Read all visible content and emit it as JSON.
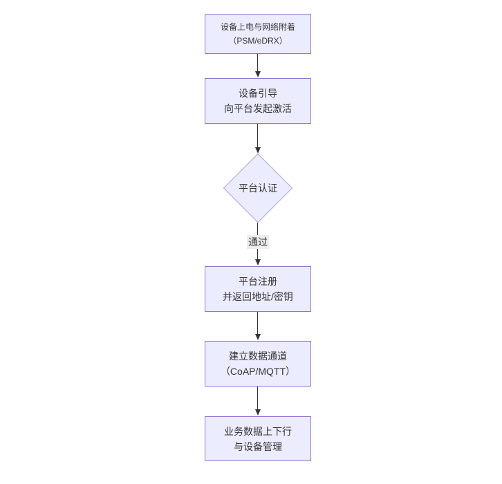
{
  "flowchart": {
    "title": "",
    "direction": "top-down",
    "nodes": {
      "power_attach": {
        "shape": "rect",
        "line1": "设备上电与网络附着",
        "line2": "（PSM/eDRX）"
      },
      "bootstrap": {
        "shape": "rect",
        "line1": "设备引导",
        "line2": "向平台发起激活"
      },
      "auth_decision": {
        "shape": "diamond",
        "line1": "平台认证"
      },
      "register": {
        "shape": "rect",
        "line1": "平台注册",
        "line2": "并返回地址/密钥"
      },
      "data_channel": {
        "shape": "rect",
        "line1": "建立数据通道",
        "line2": "（CoAP/MQTT）"
      },
      "business": {
        "shape": "rect",
        "line1": "业务数据上下行",
        "line2": "与设备管理"
      }
    },
    "edges": [
      {
        "from": "power_attach",
        "to": "bootstrap",
        "label": ""
      },
      {
        "from": "bootstrap",
        "to": "auth_decision",
        "label": ""
      },
      {
        "from": "auth_decision",
        "to": "register",
        "label": "通过"
      },
      {
        "from": "register",
        "to": "data_channel",
        "label": ""
      },
      {
        "from": "data_channel",
        "to": "business",
        "label": ""
      }
    ],
    "edge_labels": {
      "auth_pass": "通过"
    },
    "colors": {
      "background": "#ffffff",
      "node_fill": "#ececff",
      "rect_border": "#9370db",
      "diamond_border": "#b3a2e0",
      "text": "#333333",
      "arrow": "#333333",
      "label_bg": "#eeeeee"
    }
  }
}
